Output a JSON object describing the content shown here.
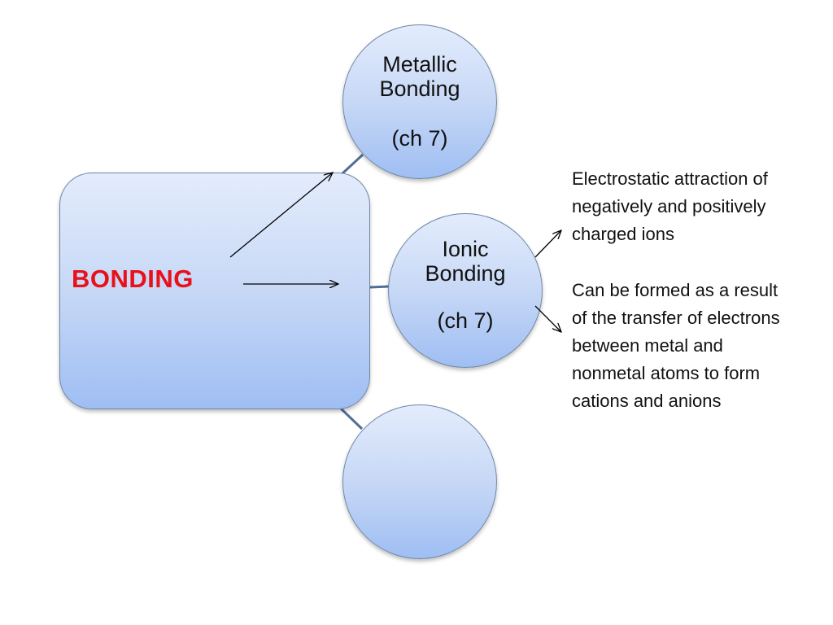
{
  "center": {
    "label": "BONDING",
    "label_color": "#e8101a"
  },
  "nodes": [
    {
      "title_lines": [
        "Metallic",
        "Bonding"
      ],
      "subtitle": "(ch 7)"
    },
    {
      "title_lines": [
        "Ionic",
        "Bonding"
      ],
      "subtitle": "(ch 7)"
    },
    {
      "title_lines": [],
      "subtitle": ""
    }
  ],
  "descriptions": [
    {
      "lines": [
        "Electrostatic attraction of",
        "negatively and positively",
        "charged ions"
      ]
    },
    {
      "lines": [
        "Can be formed as a result",
        "of the transfer of electrons",
        "between metal and",
        "nonmetal atoms to form",
        "cations and anions"
      ]
    }
  ],
  "colors": {
    "node_fill_top": "#e3ecfc",
    "node_fill_bottom": "#9fbef3",
    "connector": "#4f6f96"
  }
}
